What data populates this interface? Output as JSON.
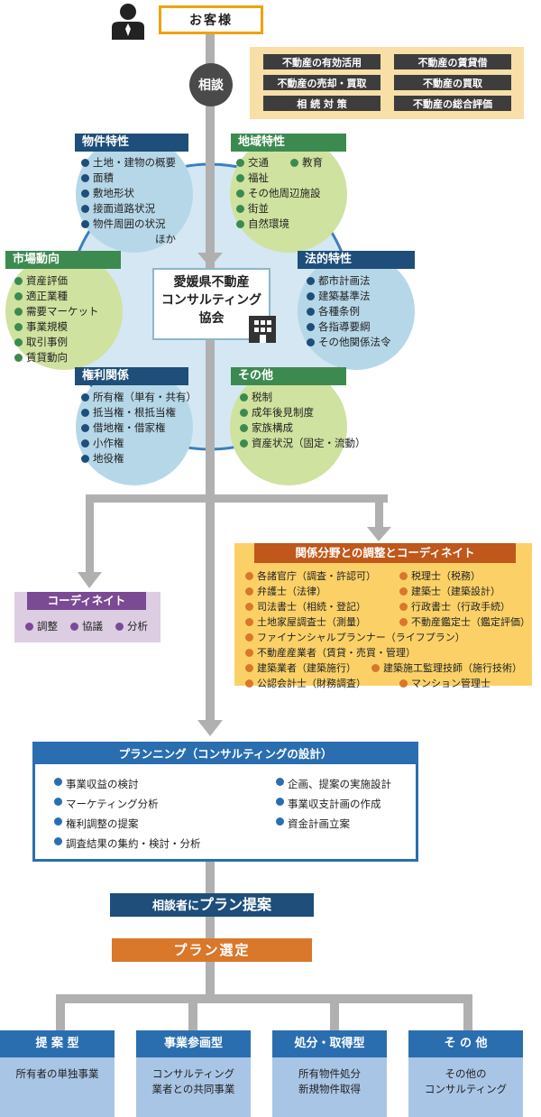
{
  "customer": {
    "label": "お客様"
  },
  "consultation": {
    "label": "相談"
  },
  "topics": [
    "不動産の有効活用",
    "不動産の賃貸借",
    "不動産の売却・買取",
    "不動産の買取",
    "相 続 対 策",
    "不動産の総合評価"
  ],
  "center": {
    "lines": [
      "愛媛県不動産",
      "コンサルティング",
      "協会"
    ]
  },
  "factors": {
    "property": {
      "title": "物件特性",
      "items": [
        "土地・建物の概要",
        "面積",
        "敷地形状",
        "接面道路状況",
        "物件周囲の状況"
      ],
      "note": "ほか"
    },
    "area": {
      "title": "地域特性",
      "items_col1": [
        "交通",
        "福祉",
        "その他周辺施設",
        "街並",
        "自然環境"
      ],
      "items_col2": [
        "教育"
      ]
    },
    "market": {
      "title": "市場動向",
      "items": [
        "資産評価",
        "適正業種",
        "需要マーケット",
        "事業規模",
        "取引事例",
        "賃貸動向"
      ]
    },
    "legal": {
      "title": "法的特性",
      "items": [
        "都市計画法",
        "建築基準法",
        "各種条例",
        "各指導要綱",
        "その他関係法令"
      ]
    },
    "rights": {
      "title": "権利関係",
      "items": [
        "所有権（単有・共有）",
        "抵当権・根抵当権",
        "借地権・借家権",
        "小作権",
        "地役権"
      ]
    },
    "other": {
      "title": "その他",
      "items": [
        "税制",
        "成年後見制度",
        "家族構成",
        "資産状況（固定・流動）"
      ]
    }
  },
  "coordinate": {
    "title": "コーディネイト",
    "items": [
      "調整",
      "協議",
      "分析"
    ]
  },
  "related": {
    "title": "関係分野との調整とコーディネイト",
    "rows": [
      [
        "各諸官庁（調査・許認可）",
        "税理士（税務）"
      ],
      [
        "弁護士（法律）",
        "建築士（建築設計）"
      ],
      [
        "司法書士（相続・登記）",
        "行政書士（行政手続）"
      ],
      [
        "土地家屋調査士（測量）",
        "不動産鑑定士（鑑定評価）"
      ],
      [
        "ファイナンシャルプランナー（ライフプラン）"
      ],
      [
        "不動産産業者（賃貸・売買・管理）"
      ],
      [
        "建築業者（建築施行）",
        "建築施工監理技師（施行技術）"
      ],
      [
        "公認会計士（財務調査）",
        "マンション管理士"
      ]
    ]
  },
  "planning": {
    "title": "プランニング（コンサルティングの設計）",
    "left": [
      "事業収益の検討",
      "マーケティング分析",
      "権利調整の提案",
      "調査結果の集約・検討・分析"
    ],
    "right": [
      "企画、提案の実施設計",
      "事業収支計画の作成",
      "資金計画立案"
    ]
  },
  "proposal": {
    "prefix": "相談者に",
    "emphasis": "プラン提案"
  },
  "selection": {
    "label": "プラン選定"
  },
  "types": [
    {
      "title": "提 案 型",
      "lines": [
        "所有者の単独事業"
      ]
    },
    {
      "title": "事業参画型",
      "lines": [
        "コンサルティング",
        "業者との共同事業"
      ]
    },
    {
      "title": "処分・取得型",
      "lines": [
        "所有物件処分",
        "新規物件取得"
      ]
    },
    {
      "title": "そ の 他",
      "lines": [
        "その他の",
        "コンサルティング"
      ]
    }
  ],
  "colors": {
    "navy": "#1e4e79",
    "green": "#3d8a50",
    "orange": "#d9772a",
    "purple": "#7b4a94",
    "blue": "#2a6eb0",
    "gold": "#f0a20a"
  }
}
